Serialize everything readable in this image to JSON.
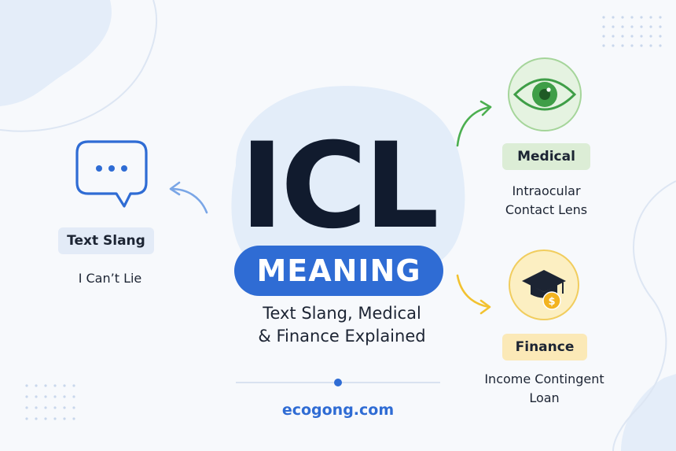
{
  "title": "ICL",
  "badge": "MEANING",
  "subtitle_line1": "Text Slang, Medical",
  "subtitle_line2": "& Finance Explained",
  "website": "ecogong.com",
  "meanings": {
    "slang": {
      "tag": "Text Slang",
      "text": "I Can’t Lie",
      "icon": "chat-bubble-icon"
    },
    "medical": {
      "tag": "Medical",
      "line1": "Intraocular",
      "line2": "Contact Lens",
      "icon": "eye-icon"
    },
    "finance": {
      "tag": "Finance",
      "line1": "Income Contingent",
      "line2": "Loan",
      "icon": "graduation-cap-coin-icon"
    }
  },
  "colors": {
    "accent_blue": "#2f6cd4",
    "medical_green": "#4caf50",
    "finance_yellow": "#f2c230",
    "title_dark": "#111b2e"
  }
}
